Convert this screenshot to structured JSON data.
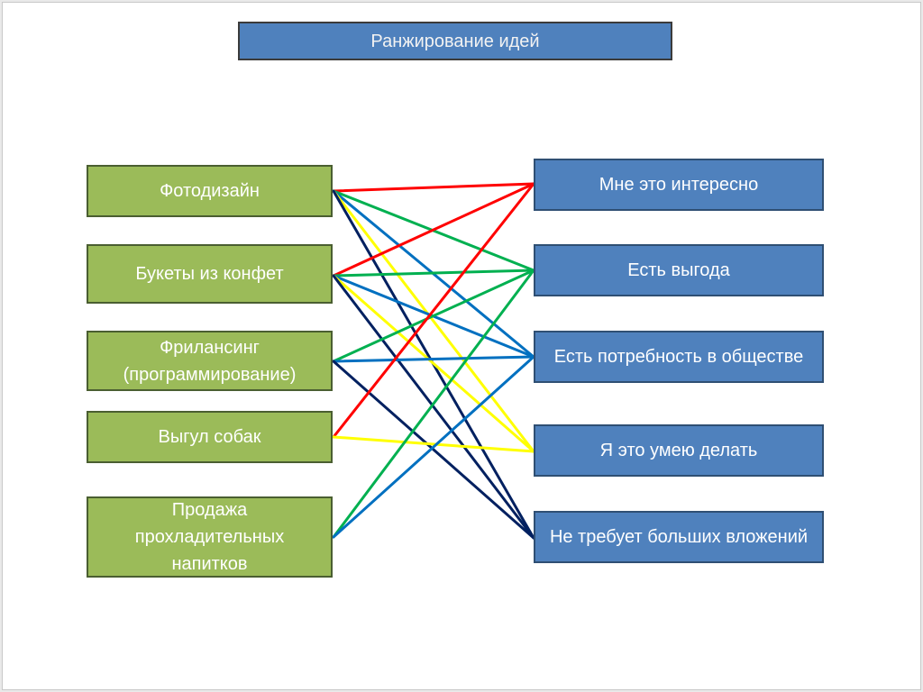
{
  "title": "Ранжирование идей",
  "ideas": [
    {
      "label": "Фотодизайн"
    },
    {
      "label": "Букеты из конфет"
    },
    {
      "label": "Фрилансинг (программирование)"
    },
    {
      "label": "Выгул собак"
    },
    {
      "label": "Продажа прохладительных напитков"
    }
  ],
  "criteria": [
    {
      "label": "Мне это интересно"
    },
    {
      "label": "Есть выгода"
    },
    {
      "label": "Есть потребность в обществе"
    },
    {
      "label": "Я это умею делать"
    },
    {
      "label": "Не требует больших вложений"
    }
  ],
  "colors": {
    "red": "#ff0000",
    "green": "#00b050",
    "blue": "#0070c0",
    "yellow": "#ffff00",
    "navy": "#002060"
  },
  "links": [
    {
      "idea": 0,
      "criterion": 0,
      "color": "red"
    },
    {
      "idea": 0,
      "criterion": 1,
      "color": "green"
    },
    {
      "idea": 0,
      "criterion": 2,
      "color": "blue"
    },
    {
      "idea": 0,
      "criterion": 3,
      "color": "yellow"
    },
    {
      "idea": 0,
      "criterion": 4,
      "color": "navy"
    },
    {
      "idea": 1,
      "criterion": 0,
      "color": "red"
    },
    {
      "idea": 1,
      "criterion": 1,
      "color": "green"
    },
    {
      "idea": 1,
      "criterion": 2,
      "color": "blue"
    },
    {
      "idea": 1,
      "criterion": 3,
      "color": "yellow"
    },
    {
      "idea": 1,
      "criterion": 4,
      "color": "navy"
    },
    {
      "idea": 2,
      "criterion": 1,
      "color": "green"
    },
    {
      "idea": 2,
      "criterion": 2,
      "color": "blue"
    },
    {
      "idea": 2,
      "criterion": 4,
      "color": "navy"
    },
    {
      "idea": 3,
      "criterion": 0,
      "color": "red"
    },
    {
      "idea": 3,
      "criterion": 3,
      "color": "yellow"
    },
    {
      "idea": 4,
      "criterion": 1,
      "color": "green"
    },
    {
      "idea": 4,
      "criterion": 2,
      "color": "blue"
    }
  ]
}
